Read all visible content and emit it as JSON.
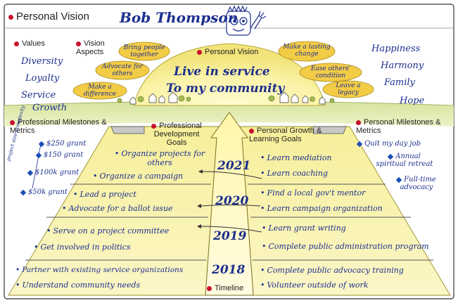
{
  "title": "Personal Vision",
  "person_name": "Bob Thompson",
  "values": {
    "header": "Values",
    "items": [
      "Diversity",
      "Loyalty",
      "Service",
      "Growth"
    ]
  },
  "vision_aspects": {
    "header": "Vision Aspects",
    "left_clouds": [
      "Bring people together",
      "Advocate for others",
      "Make a difference"
    ],
    "right_clouds": [
      "Make a lasting change",
      "Ease others' condition",
      "Leave a legacy"
    ]
  },
  "vision": {
    "header": "Personal Vision",
    "statement_line1": "Live in service",
    "statement_line2": "To my community"
  },
  "right_values": [
    "Happiness",
    "Harmony",
    "Family",
    "Hope"
  ],
  "left_milestones": {
    "header": "Professional Milestones & Metrics",
    "axis_note": "project size complexity",
    "items": [
      "$250 grant",
      "$150 grant",
      "$100k grant",
      "$50k grant"
    ]
  },
  "right_milestones": {
    "header": "Personal Milestones & Metrics",
    "items": [
      "Quit my day job",
      "Annual spiritual retreat",
      "Full-time advocacy"
    ]
  },
  "prof_goals": {
    "header": "Professional Development Goals",
    "y2021": [
      "Organize projects for others",
      "Organize a campaign"
    ],
    "y2020": [
      "Lead a project",
      "Advocate for a ballot issue"
    ],
    "y2019": [
      "Serve on a project committee",
      "Get involved in politics"
    ],
    "y2018": [
      "Partner with existing service organizations",
      "Understand community needs"
    ]
  },
  "pers_goals": {
    "header": "Personal Growth & Learning Goals",
    "y2021": [
      "Learn mediation",
      "Learn coaching"
    ],
    "y2020": [
      "Find a local gov't mentor",
      "Learn campaign organization"
    ],
    "y2019": [
      "Learn grant writing",
      "Complete public administration program"
    ],
    "y2018": [
      "Complete public advocacy training",
      "Volunteer outside of work"
    ]
  },
  "timeline": {
    "label": "Timeline",
    "years": [
      "2021",
      "2020",
      "2019",
      "2018"
    ]
  },
  "colors": {
    "accent_red": "#c8102e",
    "ink_blue": "#1d2f8f",
    "hill_yellow": "#f3ea8c",
    "ground_green": "#c9d98a",
    "cloud_yellow": "#f0c93a"
  }
}
